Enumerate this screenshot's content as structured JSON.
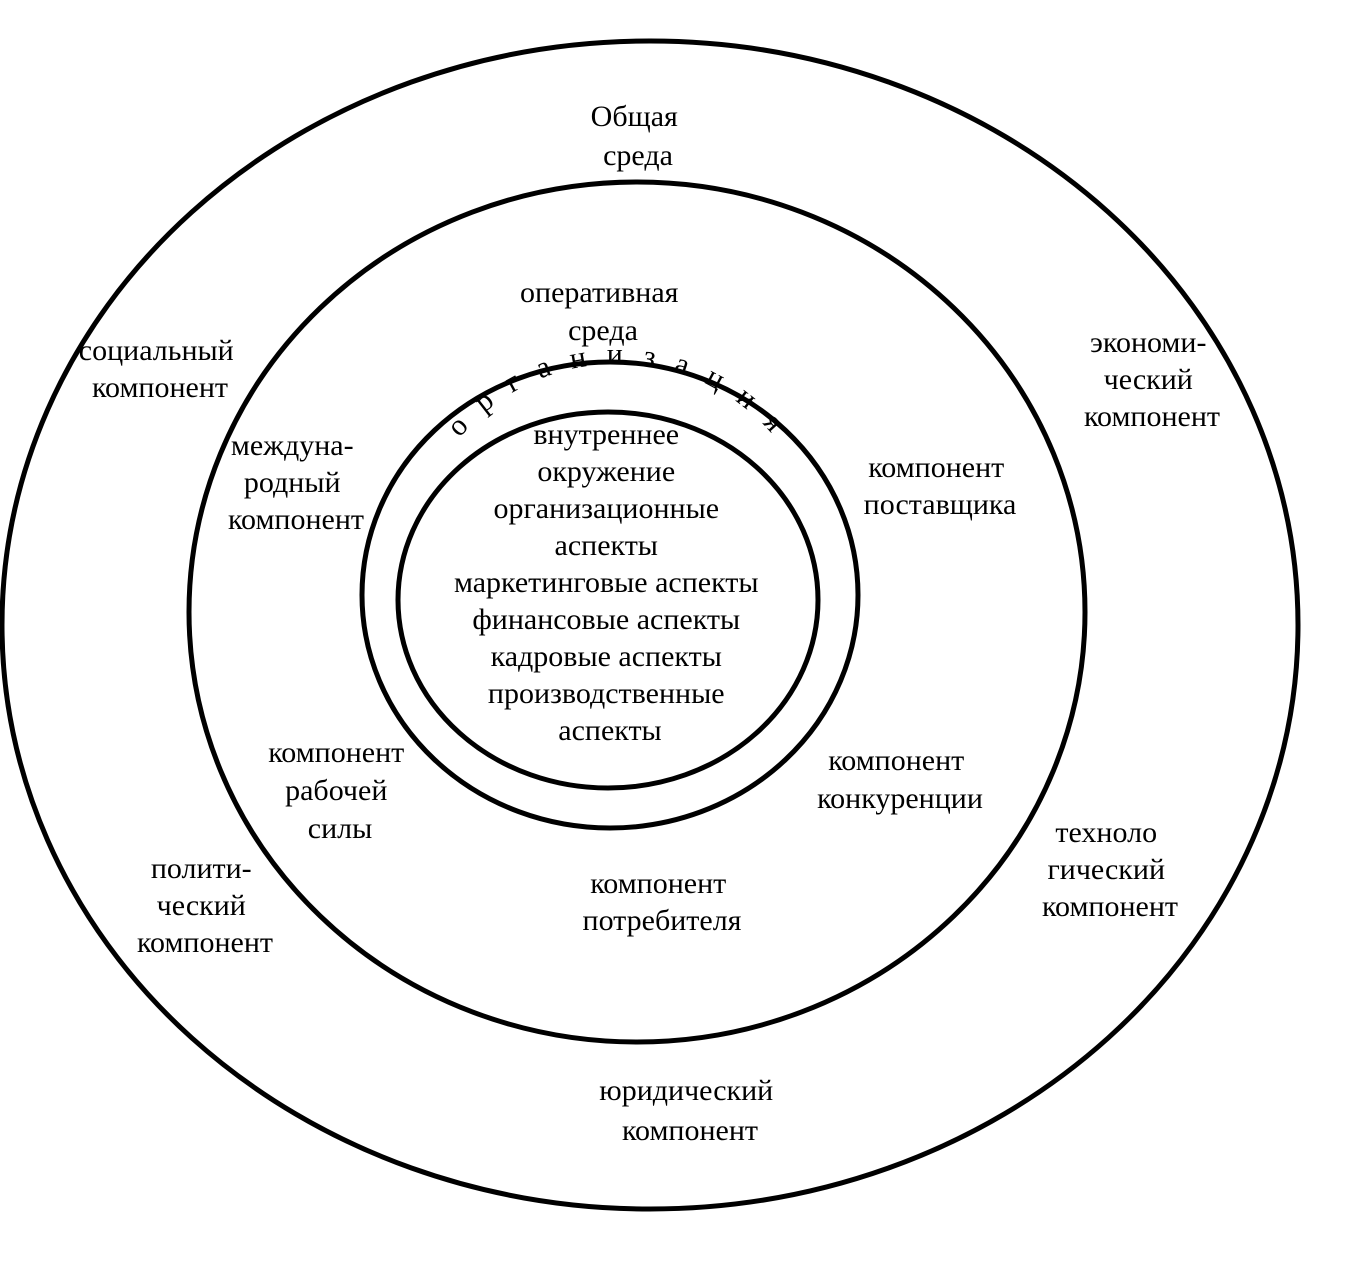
{
  "labels": {
    "general_env": [
      "Общая",
      "среда"
    ],
    "operative_env": [
      "оперативная",
      "среда"
    ],
    "organization": "о р г а н и з а ц и я",
    "internal": [
      "внутреннее",
      "окружение",
      "организационные",
      "аспекты",
      "маркетинговые аспекты",
      "финансовые аспекты",
      "кадровые аспекты",
      "производственные",
      "аспекты"
    ],
    "social": [
      "социальный",
      "компонент"
    ],
    "economic": [
      "экономи-",
      "ческий",
      "компонент"
    ],
    "international": [
      "междуна-",
      "родный",
      "компонент"
    ],
    "supplier": [
      "компонент",
      "поставщика"
    ],
    "labor": [
      "компонент",
      "рабочей",
      "силы"
    ],
    "competition": [
      "компонент",
      "конкуренции"
    ],
    "political": [
      "полити-",
      "ческий",
      "компонент"
    ],
    "technological": [
      "техноло",
      "гический",
      "компонент"
    ],
    "consumer": [
      "компонент",
      "потребителя"
    ],
    "legal": [
      "юридический",
      "компонент"
    ]
  }
}
